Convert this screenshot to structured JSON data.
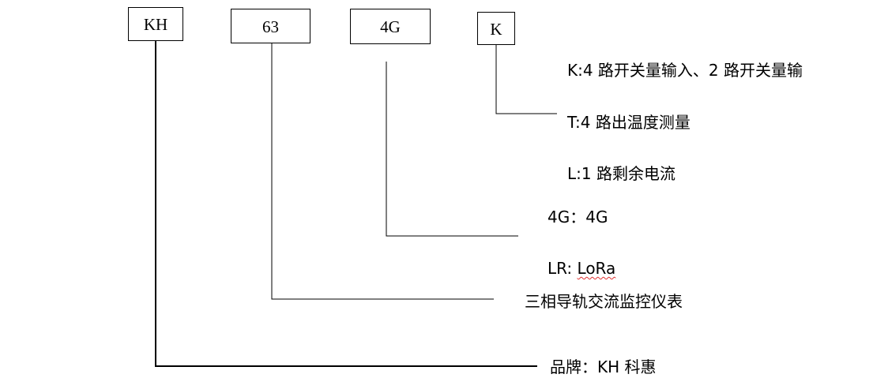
{
  "code_boxes": {
    "brand_code": "KH",
    "series_code": "63",
    "comm_code": "4G",
    "function_code": "K"
  },
  "function_options": {
    "k": "K:4 路开关量输入、2 路开关量输",
    "t": "T:4 路出温度测量",
    "l": "L:1 路剩余电流"
  },
  "comm_options": {
    "g4": "4G：4G",
    "lr_prefix": "LR: ",
    "lr_value": "LoRa"
  },
  "series_description": "三相导轨交流监控仪表",
  "brand_description": "品牌：KH 科惠",
  "colors": {
    "line": "#000000",
    "spellcheck_underline": "#e03030"
  }
}
